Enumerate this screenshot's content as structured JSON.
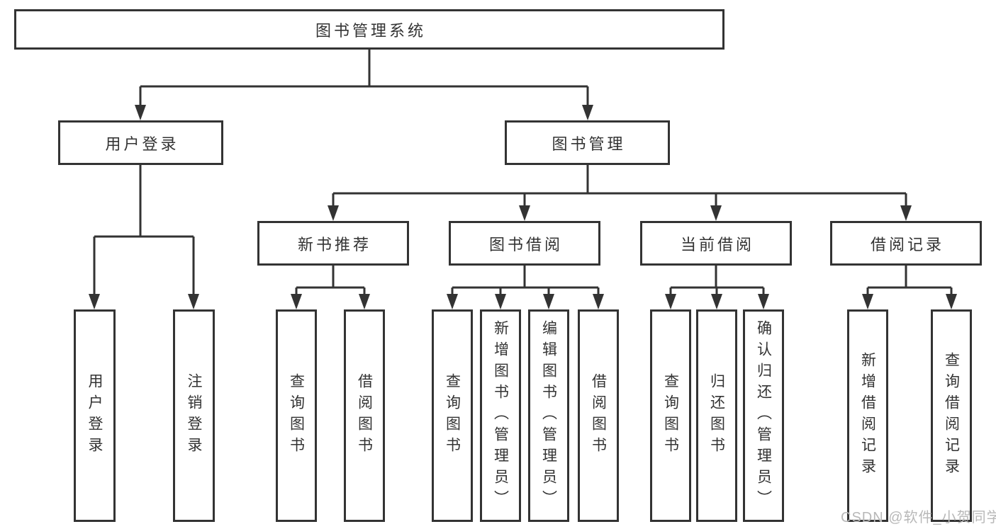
{
  "diagram_type": "hierarchy-tree",
  "tree": {
    "label": "图书管理系统",
    "children": [
      {
        "label": "用户登录",
        "children": [
          {
            "label": "用户登录"
          },
          {
            "label": "注销登录"
          }
        ]
      },
      {
        "label": "图书管理",
        "children": [
          {
            "label": "新书推荐",
            "children": [
              {
                "label": "查询图书"
              },
              {
                "label": "借阅图书"
              }
            ]
          },
          {
            "label": "图书借阅",
            "children": [
              {
                "label": "查询图书"
              },
              {
                "label": "新增图书（管理员）"
              },
              {
                "label": "编辑图书（管理员）"
              },
              {
                "label": "借阅图书"
              }
            ]
          },
          {
            "label": "当前借阅",
            "children": [
              {
                "label": "查询图书"
              },
              {
                "label": "归还图书"
              },
              {
                "label": "确认归还（管理员）"
              }
            ]
          },
          {
            "label": "借阅记录",
            "children": [
              {
                "label": "新增借阅记录"
              },
              {
                "label": "查询借阅记录"
              }
            ]
          }
        ]
      }
    ]
  },
  "watermark": {
    "text": "CSDN @软件_小贺同学"
  },
  "colors": {
    "line": "#333333",
    "box_border": "#333333",
    "box_fill": "#ffffff",
    "text": "#333333",
    "watermark": "#b8b8b8",
    "background": "#ffffff"
  }
}
